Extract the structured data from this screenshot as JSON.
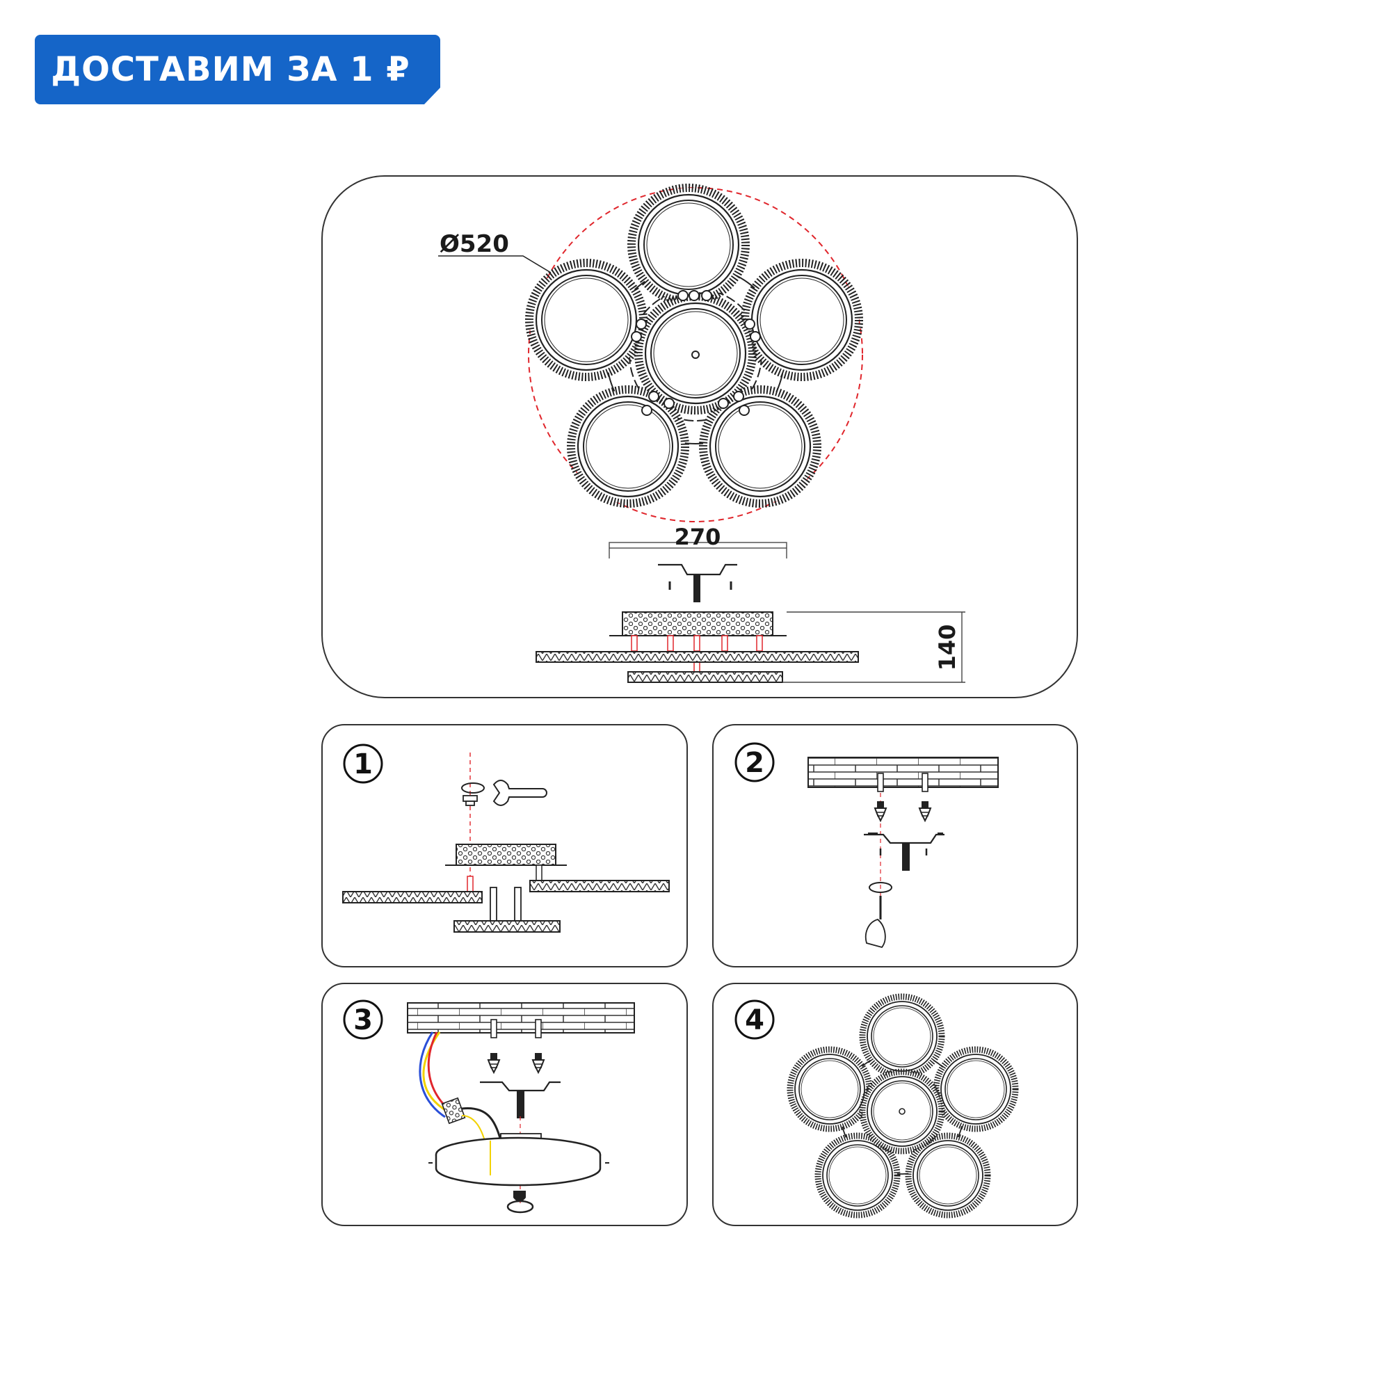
{
  "promo": {
    "badge_text": "ДОСТАВИМ ЗА 1 ₽",
    "color": "#1565C8"
  },
  "dimensions": {
    "diameter": "Ø520",
    "width": "270",
    "height": "140"
  },
  "steps": [
    {
      "number": "1"
    },
    {
      "number": "2"
    },
    {
      "number": "3"
    },
    {
      "number": "4"
    }
  ],
  "colors": {
    "outline": "#222222",
    "guide": "#e0262c",
    "wire_yellow": "#f2d200",
    "wire_red": "#e0262c",
    "wire_blue": "#2a4fd8"
  }
}
